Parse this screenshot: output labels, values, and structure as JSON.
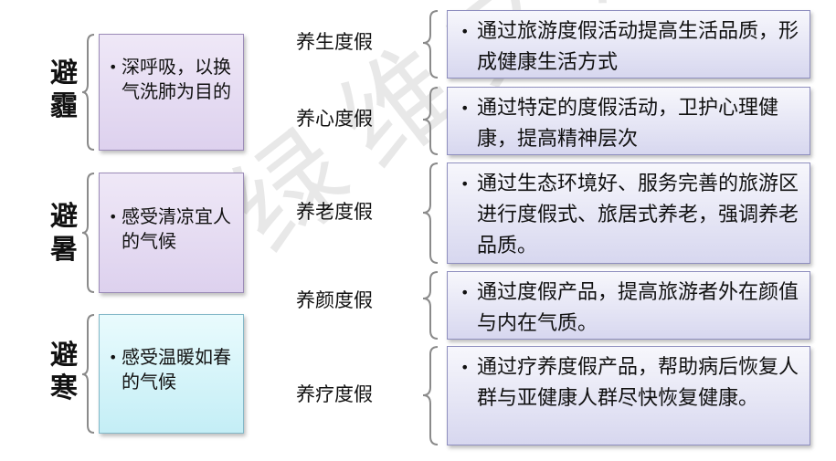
{
  "left_groups": [
    {
      "title_lines": [
        "避",
        "霾"
      ],
      "text": "深呼吸，以换气洗肺为目的"
    },
    {
      "title_lines": [
        "避",
        "暑"
      ],
      "text": "感受清凉宜人的气候"
    },
    {
      "title_lines": [
        "避",
        "寒"
      ],
      "text": "感受温暖如春的气候"
    }
  ],
  "right_items": [
    {
      "label": "养生度假",
      "text": "通过旅游度假活动提高生活品质，形成健康生活方式"
    },
    {
      "label": "养心度假",
      "text": "通过特定的度假活动，卫护心理健康，提高精神层次"
    },
    {
      "label": "养老度假",
      "text": "通过生态环境好、服务完善的旅游区进行度假式、旅居式养老，强调养老品质。"
    },
    {
      "label": "养颜度假",
      "text": "通过度假产品，提高旅游者外在颜值与内在气质。"
    },
    {
      "label": "养疗度假",
      "text": "通过疗养度假产品，帮助病后恢复人群与亚健康人群尽快恢复健康。"
    }
  ],
  "bullet_symbol": "•",
  "watermark": "绿维文旅",
  "colors": {
    "left_purple": "#e6ddf2",
    "left_cyan": "#d6f4f9",
    "right_box": "#e6e6f5",
    "bracket": "#8a8a8a"
  }
}
